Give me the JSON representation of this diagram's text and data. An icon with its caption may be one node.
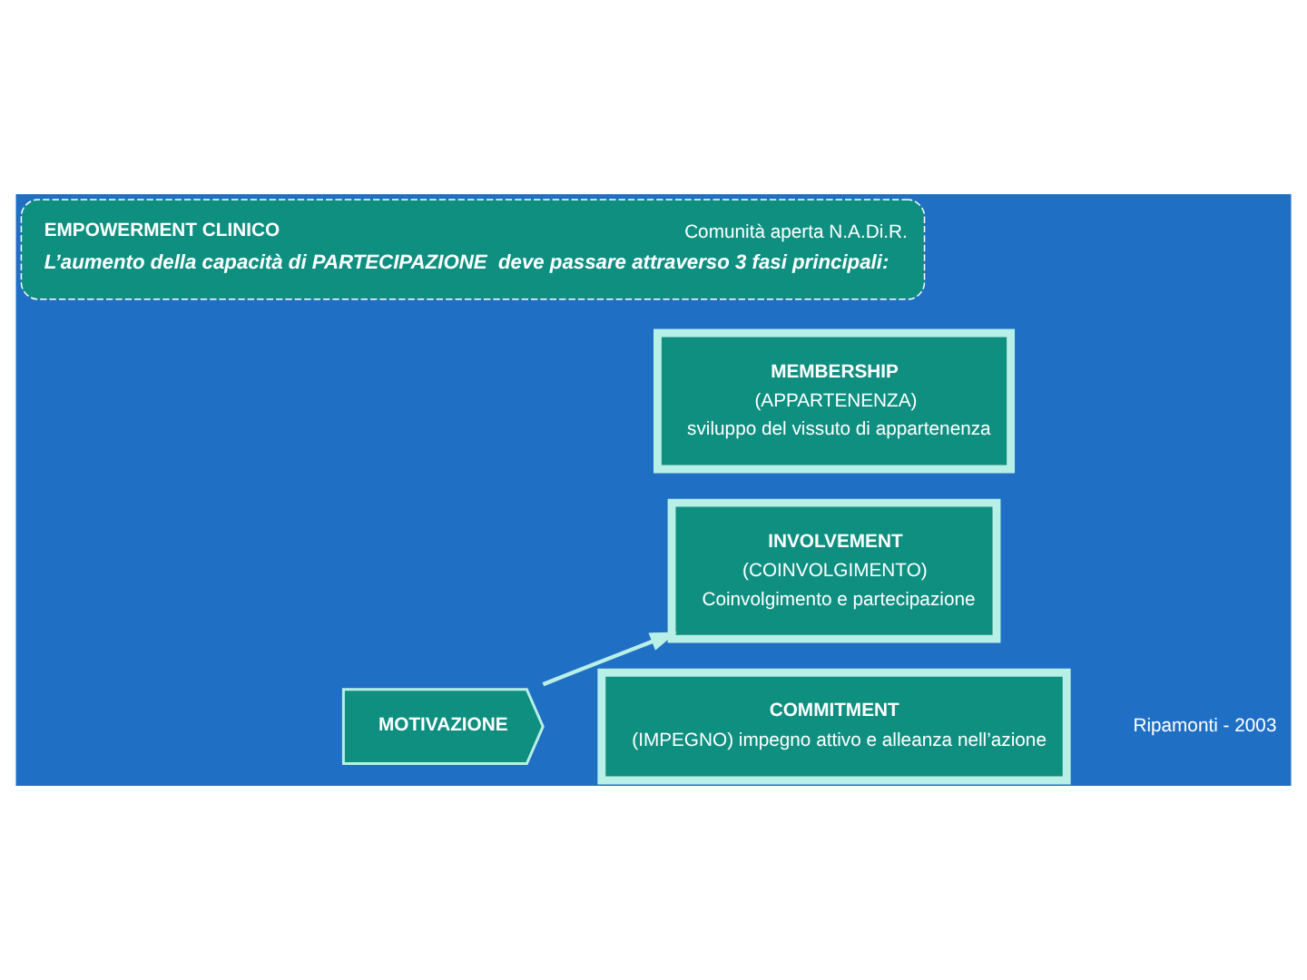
{
  "diagram": {
    "nodes": [
      {
        "text": [
          "EMPOWERMENT CLINICO",
          "Comunità aperta N.A.Di.R.",
          "L’aumento della capacità di PARTECIPAZIONE  deve passare attraverso 3 fasi principali:"
        ]
      },
      {
        "text": [
          "MEMBERSHIP",
          "(APPARTENENZA)",
          "sviluppo del vissuto di appartenenza"
        ]
      },
      {
        "text": [
          "INVOLVEMENT",
          "(COINVOLGIMENTO)",
          "Coinvolgimento e partecipazione"
        ]
      },
      {
        "text": [
          "COMMITMENT",
          "(IMPEGNO) impegno attivo e alleanza nell’azione"
        ]
      },
      {
        "text": [
          "MOTIVAZIONE"
        ]
      }
    ],
    "edges": [
      {
        "from": 4,
        "to": 2,
        "arrow": "to"
      }
    ],
    "labels": [
      "Ripamonti - 2003"
    ]
  }
}
